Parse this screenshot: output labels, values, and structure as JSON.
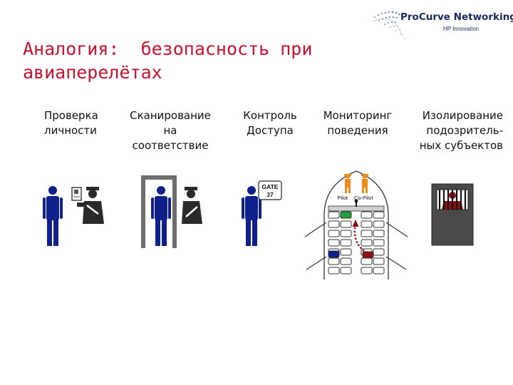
{
  "logo": {
    "brand": "ProCurve Networking",
    "tagline": "HP Innovation"
  },
  "title": {
    "line1": "Аналогия:  безопасность при",
    "line2": "авиаперелётах"
  },
  "columns": [
    {
      "lines": [
        "Проверка",
        "личности"
      ]
    },
    {
      "lines": [
        "Сканирование",
        "на",
        "соответствие"
      ]
    },
    {
      "lines": [
        "Контроль",
        "Доступа"
      ]
    },
    {
      "lines": [
        "Мониторинг",
        "поведения"
      ]
    },
    {
      "lines": [
        "Изолирование",
        "подозритель-",
        "ных субъектов"
      ]
    }
  ],
  "gate_sign": {
    "line1": "GATE",
    "line2": "37"
  },
  "cockpit": {
    "pilot": "Pilot",
    "copilot": "Co-Pilot"
  },
  "icons": [
    "passenger-figure",
    "id-card",
    "security-officer",
    "metal-detector-frame",
    "gate-sign",
    "airplane-cabin-seating",
    "pilot-figure",
    "copilot-figure",
    "prisoner-in-cell"
  ],
  "colors": {
    "title": "#c4122f",
    "person": "#0f1f8c",
    "officer": "#2a2a2a",
    "pilot": "#f08a1c",
    "suspect": "#8b1111",
    "cell": "#4a4a4a",
    "monitored_seat": "#1fa33a"
  }
}
